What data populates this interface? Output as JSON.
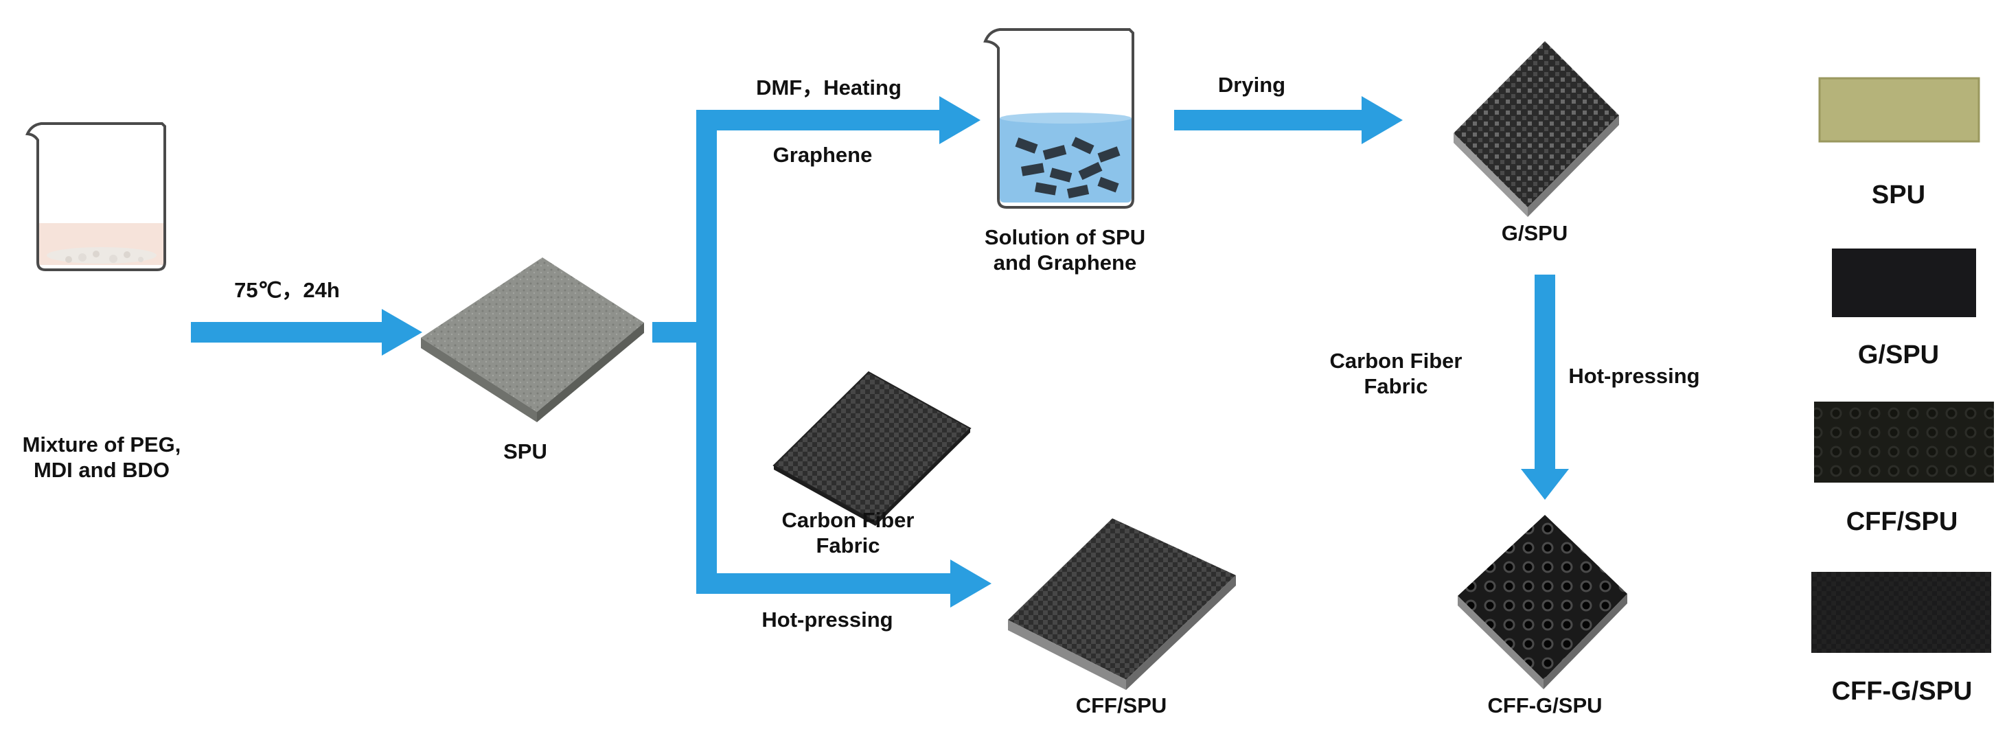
{
  "diagram": {
    "colors": {
      "arrow": "#2a9ee0",
      "spu_sample": "#b5b37a",
      "dark_sample": "#16161a",
      "plate": "#8f8f8f",
      "fabric": "#3a3a3a",
      "liquid": "#8cc3ea",
      "mixture": "#f6e3da"
    },
    "nodes": {
      "mixture": {
        "line1": "Mixture of PEG,",
        "line2": "MDI and BDO"
      },
      "spu": {
        "label": "SPU"
      },
      "solution": {
        "line1": "Solution of SPU",
        "line2": "and Graphene"
      },
      "g_spu": {
        "label": "G/SPU"
      },
      "carbon_fiber_fabric": {
        "line1": "Carbon Fiber",
        "line2": "Fabric"
      },
      "cff_spu": {
        "label": "CFF/SPU"
      },
      "cff_g_spu": {
        "label": "CFF-G/SPU"
      }
    },
    "edges": {
      "mix_to_spu": {
        "label": "75℃，24h"
      },
      "to_solution": {
        "label_top": "DMF，Heating",
        "label_bottom": "Graphene"
      },
      "drying": {
        "label": "Drying"
      },
      "to_cff": {
        "label": "Hot-pressing"
      },
      "down": {
        "left_line1": "Carbon Fiber",
        "left_line2": "Fabric",
        "right": "Hot-pressing"
      }
    },
    "samples": [
      {
        "label": "SPU",
        "color": "#b5b37a"
      },
      {
        "label": "G/SPU",
        "color": "#18181b"
      },
      {
        "label": "CFF/SPU",
        "color": "#1c1d16"
      },
      {
        "label": "CFF-G/SPU",
        "color": "#151516"
      }
    ]
  }
}
